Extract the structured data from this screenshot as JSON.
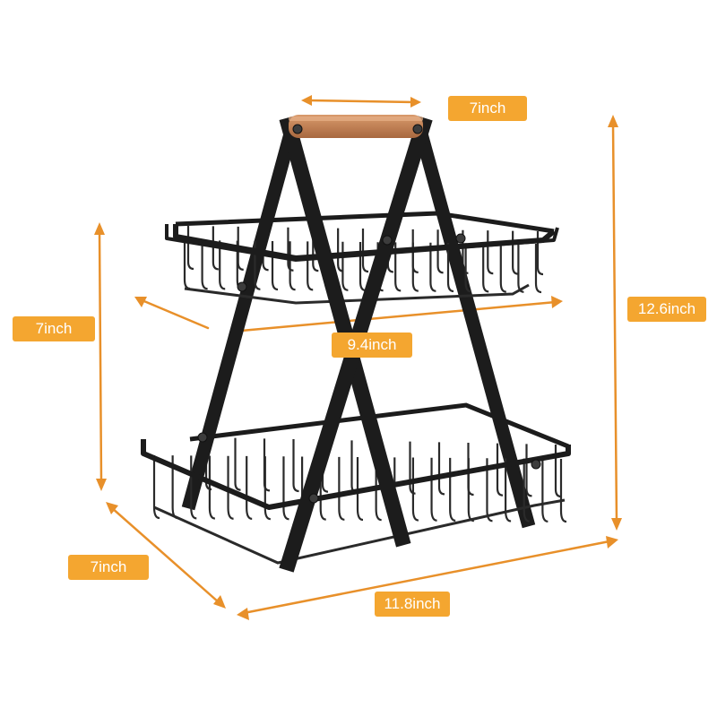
{
  "image": {
    "subject": "two-tier metal wire fruit basket with wooden handle",
    "colors": {
      "frame": "#1c1c1c",
      "wire": "#2a2a2a",
      "handle": "#c9875a",
      "handle_shade": "#a8683f",
      "dimension_line": "#e8902a",
      "label_bg": "#f4a630",
      "label_text": "#ffffff",
      "background": "#ffffff"
    }
  },
  "dimensions": {
    "top_width": "7inch",
    "tier_height": "7inch",
    "tier_width": "9.4inch",
    "total_height": "12.6inch",
    "depth": "7inch",
    "base_width": "11.8inch"
  }
}
